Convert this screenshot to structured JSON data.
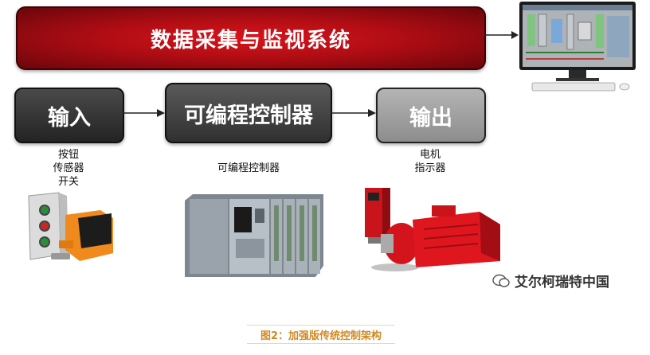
{
  "banner": {
    "title": "数据采集与监视系统"
  },
  "flow": {
    "input": "输入",
    "plc": "可编程控制器",
    "output": "输出"
  },
  "captions": {
    "input": [
      "按钮",
      "传感器",
      "开关"
    ],
    "plc": "可编程控制器",
    "output": [
      "电机",
      "指示器"
    ]
  },
  "watermark": "艾尔柯瑞特中国",
  "figure_caption": "图2：加强版传统控制架构",
  "colors": {
    "banner_red": "#c0111a",
    "box_dark": "#2f2f2f",
    "box_light": "#9e9e9e",
    "caption_orange": "#d08a24",
    "motor_red": "#d3141c"
  }
}
